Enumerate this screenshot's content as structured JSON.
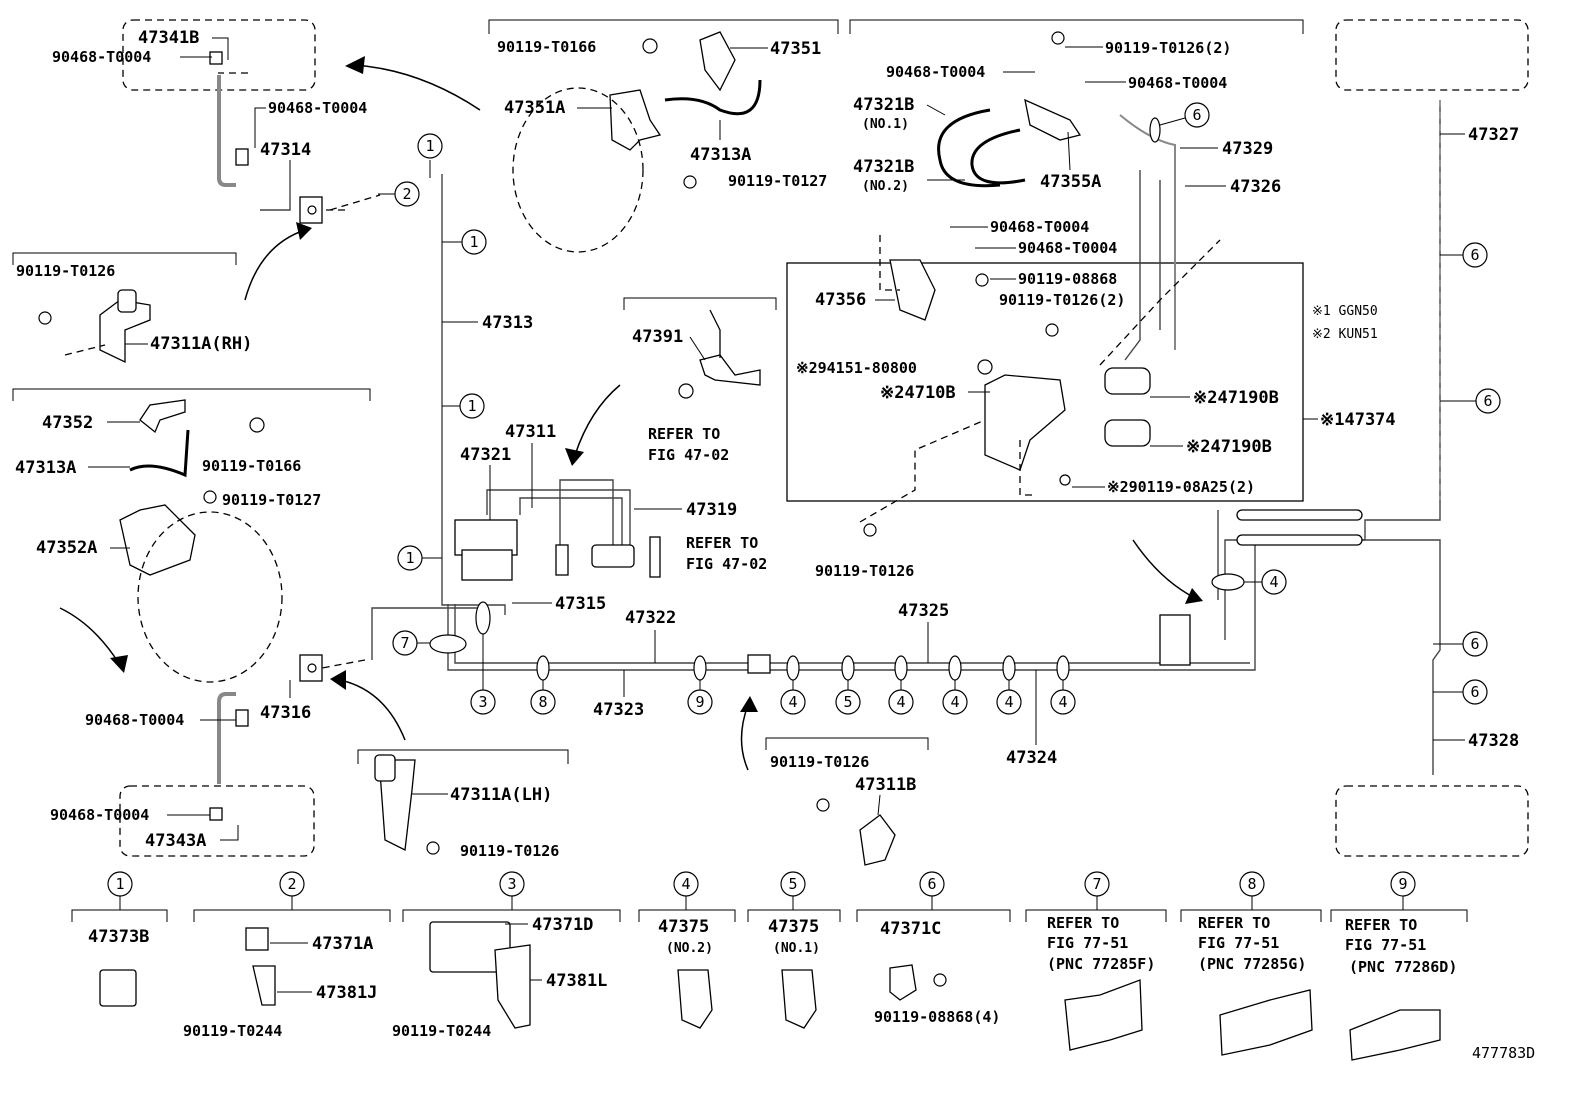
{
  "diagram_id": "477783D",
  "notes": [
    "※1 GGN50",
    "※2 KUN51"
  ],
  "callouts": [
    "1",
    "2",
    "3",
    "4",
    "5",
    "6",
    "7",
    "8",
    "9"
  ],
  "parts": {
    "p47341B": "47341B",
    "p90468_T0004": "90468-T0004",
    "p47314": "47314",
    "p90119_T0126": "90119-T0126",
    "p47311A_RH": "47311A(RH)",
    "p47352": "47352",
    "p47313A": "47313A",
    "p90119_T0166": "90119-T0166",
    "p90119_T0127": "90119-T0127",
    "p47352A": "47352A",
    "p47316": "47316",
    "p47343A": "47343A",
    "p47311A_LH": "47311A(LH)",
    "p47351": "47351",
    "p47351A": "47351A",
    "p47313": "47313",
    "p47391": "47391",
    "p47311": "47311",
    "p47321": "47321",
    "p47319": "47319",
    "p47315": "47315",
    "p47322": "47322",
    "p47323": "47323",
    "p47325": "47325",
    "p47324": "47324",
    "p47311B": "47311B",
    "p90119_T0126_2": "90119-T0126(2)",
    "p47321B": "47321B",
    "no1": "(NO.1)",
    "no2": "(NO.2)",
    "p47355A": "47355A",
    "p47329": "47329",
    "p47326": "47326",
    "p47356": "47356",
    "p90119_08868": "90119-08868",
    "p94151": "※294151-80800",
    "p4710B": "※24710B",
    "p47190B": "※247190B",
    "p47374": "※147374",
    "p90119_08A25": "※290119-08A25(2)",
    "p47327": "47327",
    "p47328": "47328",
    "refer_to": "REFER TO",
    "fig_47_02": "FIG 47-02",
    "fig_77_51": "FIG 77-51",
    "pnc_f": "(PNC 77285F)",
    "pnc_g": "(PNC 77285G)",
    "pnc_d": "(PNC 77286D)",
    "p47373B": "47373B",
    "p47371A": "47371A",
    "p47381J": "47381J",
    "p90119_T0244": "90119-T0244",
    "p47371D": "47371D",
    "p47381L": "47381L",
    "p47375": "47375",
    "p47371C": "47371C",
    "p90119_08868_4": "90119-08868(4)"
  },
  "colors": {
    "line": "#000000",
    "pipe": "#888888",
    "background": "#ffffff"
  }
}
